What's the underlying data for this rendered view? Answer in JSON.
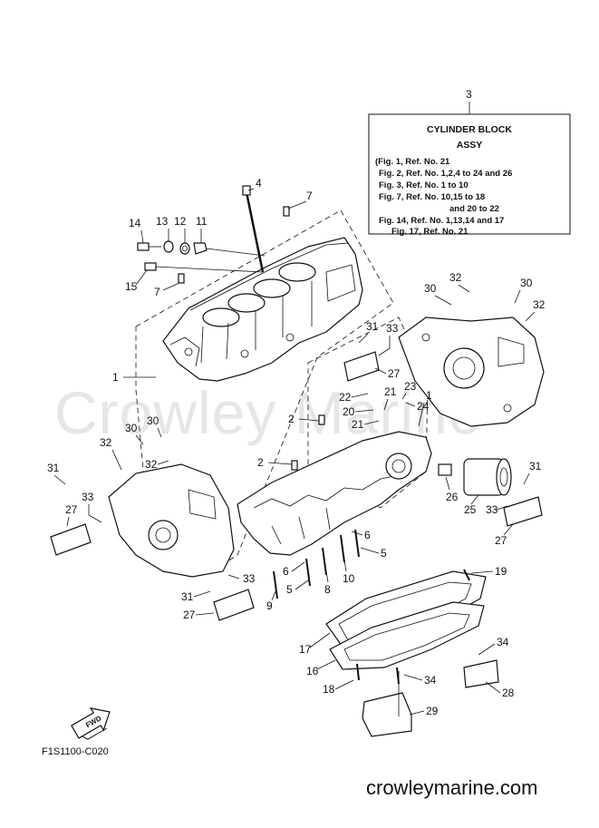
{
  "watermark": "Crowley Marine",
  "site_url": "crowleymarine.com",
  "figure_code": "F1S1100-C020",
  "fwd_label": "FWD",
  "infobox": {
    "ref": "3",
    "title": "CYLINDER BLOCK",
    "subtitle": "ASSY",
    "lines": [
      "(Fig. 1, Ref. No. 21",
      "Fig. 2, Ref. No. 1,2,4 to 24 and 26",
      "Fig. 3, Ref. No. 1 to 10",
      "Fig. 7, Ref. No. 10,15 to 18",
      "and 20 to 22",
      "Fig. 14, Ref. No. 1,13,14 and 17",
      "Fig. 17, Ref. No. 21"
    ]
  },
  "callouts": [
    "4",
    "7",
    "14",
    "13",
    "12",
    "11",
    "15",
    "7",
    "1",
    "2",
    "2",
    "1",
    "31",
    "33",
    "27",
    "22",
    "20",
    "21",
    "23",
    "24",
    "21",
    "30",
    "32",
    "32",
    "30",
    "30",
    "30",
    "32",
    "32",
    "31",
    "33",
    "27",
    "31",
    "33",
    "27",
    "26",
    "25",
    "31",
    "33",
    "27",
    "6",
    "5",
    "6",
    "9",
    "5",
    "8",
    "10",
    "19",
    "17",
    "16",
    "34",
    "28",
    "18",
    "34",
    "29"
  ]
}
